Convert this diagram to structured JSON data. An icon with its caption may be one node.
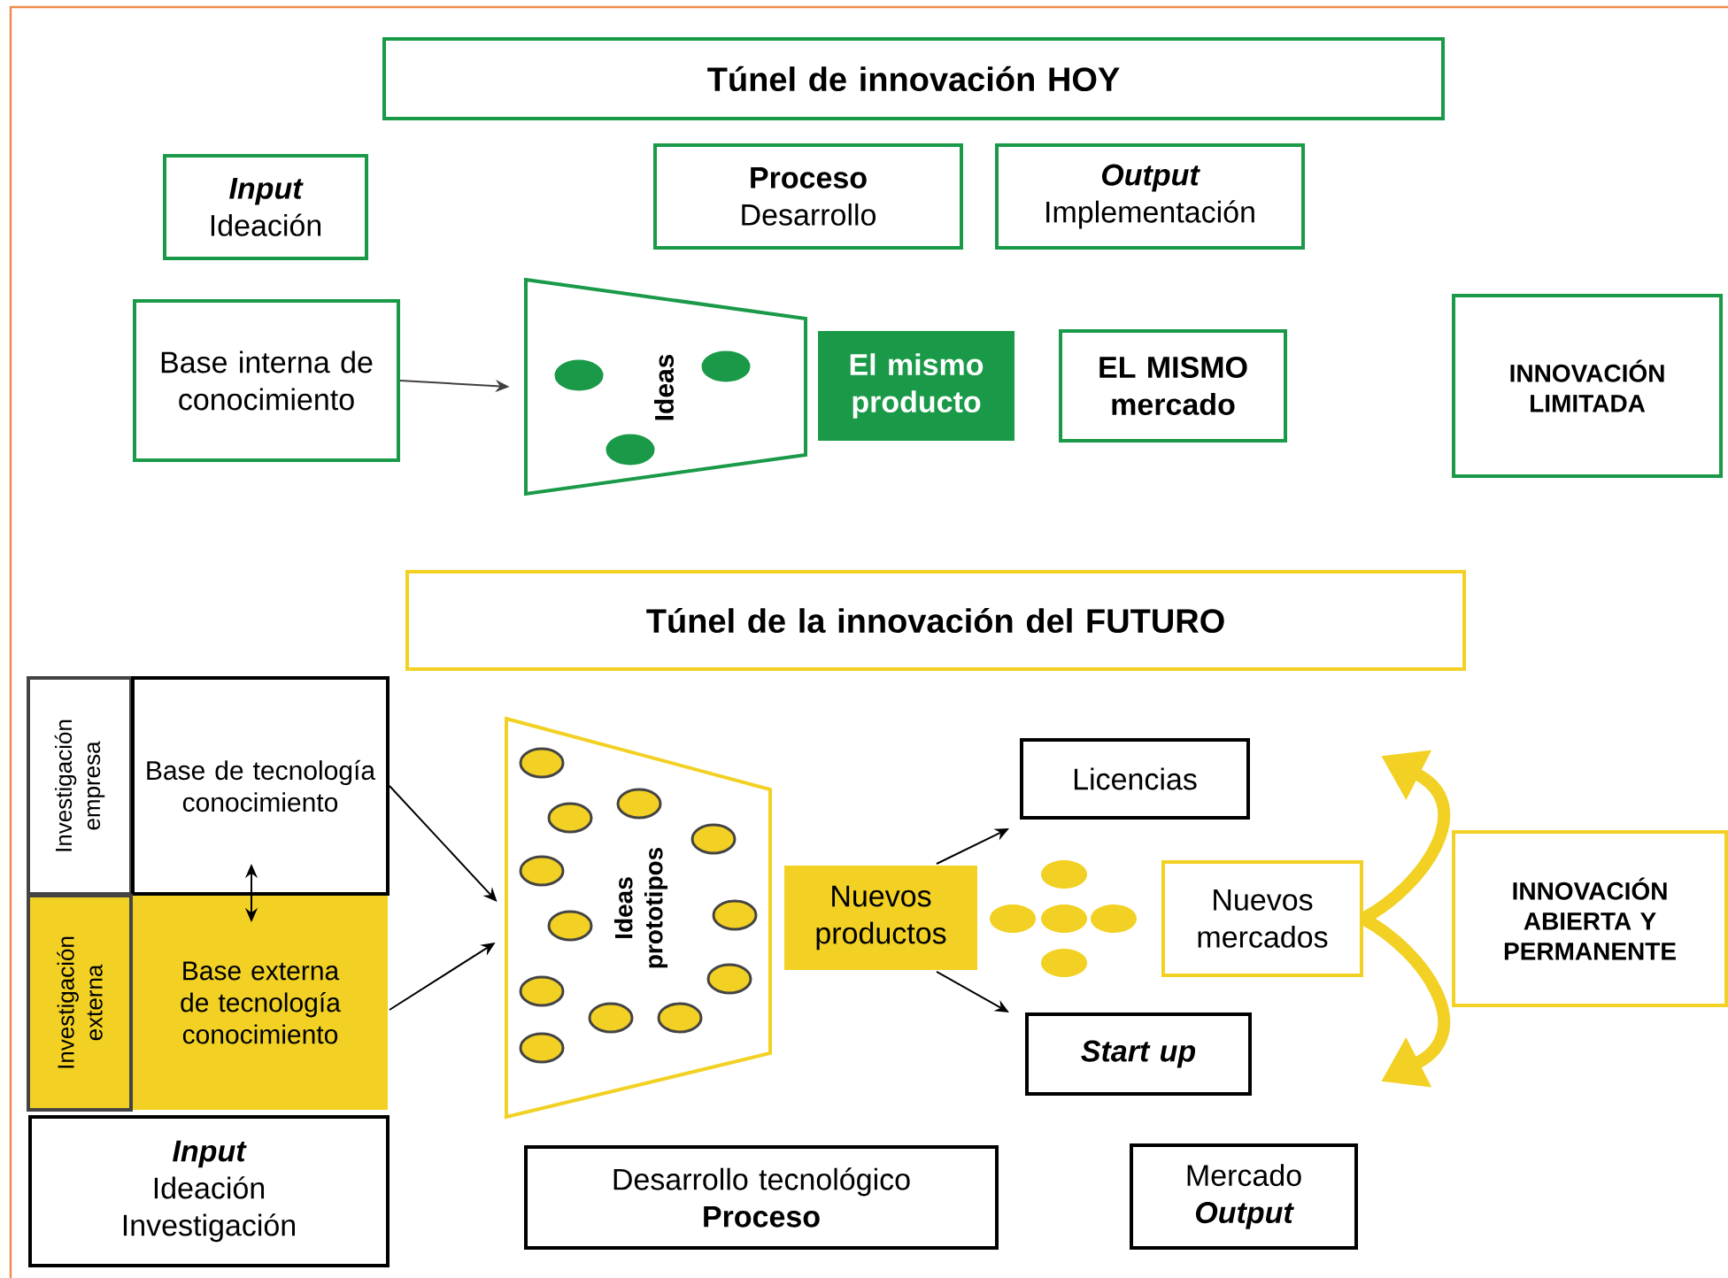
{
  "diagram": {
    "nodes": [
      {
        "text": [
          "Túnel de innovación HOY"
        ]
      },
      {
        "text": [
          "Input",
          "Ideación"
        ]
      },
      {
        "text": [
          "Proceso",
          "Desarrollo"
        ]
      },
      {
        "text": [
          "Output",
          "Implementación"
        ]
      },
      {
        "text": [
          "Base interna de conocimiento"
        ]
      },
      {
        "text": [
          "Ideas"
        ]
      },
      {
        "text": [
          "El mismo producto"
        ]
      },
      {
        "text": [
          "EL MISMO mercado"
        ]
      },
      {
        "text": [
          "INNOVACIÓN LIMITADA"
        ]
      },
      {
        "text": [
          "Túnel de la innovación del FUTURO"
        ]
      },
      {
        "text": [
          "Investigación empresa"
        ]
      },
      {
        "text": [
          "Base de tecnología conocimiento"
        ]
      },
      {
        "text": [
          "Investigación externa"
        ]
      },
      {
        "text": [
          "Base externa de tecnología conocimiento"
        ]
      },
      {
        "text": [
          "Input",
          "Ideación Investigación"
        ]
      },
      {
        "text": [
          "Ideas prototipos"
        ]
      },
      {
        "text": [
          "Nuevos productos"
        ]
      },
      {
        "text": [
          "Licencias"
        ]
      },
      {
        "text": [
          "Start up"
        ]
      },
      {
        "text": [
          "Nuevos mercados"
        ]
      },
      {
        "text": [
          "INNOVACIÓN ABIERTA Y PERMANENTE"
        ]
      },
      {
        "text": [
          "Desarrollo tecnológico",
          "Proceso"
        ]
      },
      {
        "text": [
          "Mercado",
          "Output"
        ]
      }
    ],
    "edges": [
      {
        "from": 4,
        "to": 5,
        "arrow": "to",
        "color": "#404040"
      },
      {
        "from": 11,
        "to": 13,
        "arrow": "both"
      },
      {
        "from": 11,
        "to": 15,
        "arrow": "to"
      },
      {
        "from": 13,
        "to": 15,
        "arrow": "to"
      },
      {
        "from": 16,
        "to": 17,
        "arrow": "to"
      },
      {
        "from": 16,
        "to": 18,
        "arrow": "to"
      },
      {
        "from": 19,
        "to": null,
        "arrow": "to",
        "style": "thick",
        "color": "#f2d124"
      },
      {
        "from": 19,
        "to": null,
        "arrow": "to",
        "style": "thick",
        "color": "#f2d124"
      }
    ]
  }
}
